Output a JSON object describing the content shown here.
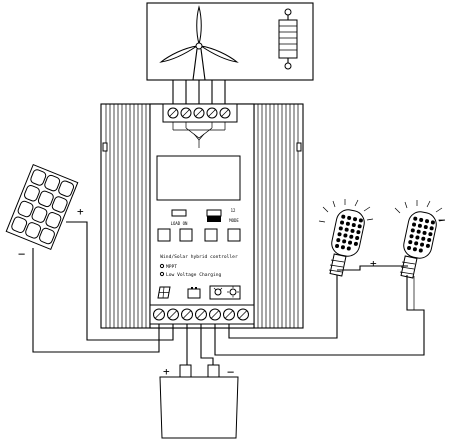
{
  "controller": {
    "switch_left_label": "LOAD ON",
    "switch_right_top": "12",
    "switch_right_bottom": "MODE",
    "title": "Wind/Solar hybrid controller",
    "mode_1": "MPPT",
    "mode_2": "Low Voltage Charging"
  },
  "polarity": {
    "solar_plus": "+",
    "solar_minus": "−",
    "lamp_plus": "+",
    "lamp_minus": "−",
    "battery_plus": "+",
    "battery_minus": "−"
  },
  "icons": [
    "wind-turbine-icon",
    "dump-load-resistor-icon",
    "solar-panel-icon",
    "battery-icon",
    "led-lamp-icon"
  ],
  "colors": {
    "line": "#000000",
    "background": "#ffffff"
  }
}
